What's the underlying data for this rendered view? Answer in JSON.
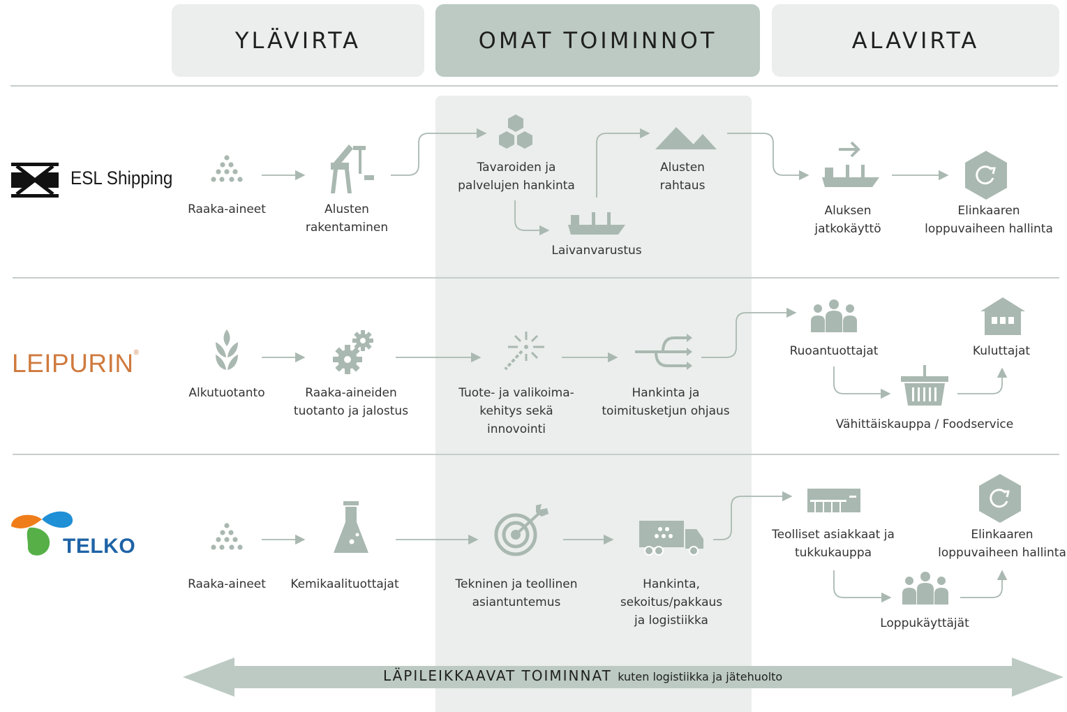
{
  "columns": {
    "upstream": "YLÄVIRTA",
    "own": "OMAT TOIMINNOT",
    "downstream": "ALAVIRTA"
  },
  "colors": {
    "icon": "#a9b8b0",
    "arrow": "#a9b8b0",
    "mid_band": "#ebeeec",
    "mid_head": "#bccac3",
    "leipurin": "#cf7a3e",
    "telko": "#1e63a6"
  },
  "esl": {
    "logo_text": "ESL Shipping",
    "raw_materials": "Raaka-aineet",
    "shipbuilding": "Alusten\nrakentaminen",
    "procurement": "Tavaroiden ja\npalvelujen hankinta",
    "chartering": "Alusten\nrahtaus",
    "outfitting": "Laivanvarustus",
    "reuse": "Aluksen\njatkokäyttö",
    "eol": "Elinkaaren\nloppuvaiheen hallinta"
  },
  "leipurin": {
    "logo_text": "LEIPURIN",
    "logo_mark": "®",
    "primary": "Alkutuotanto",
    "raw_processing": "Raaka-aineiden\ntuotanto ja jalostus",
    "development": "Tuote- ja valikoima-\nkehitys sekä\ninnovointi",
    "supply": "Hankinta ja\ntoimitusketjun ohjaus",
    "food_producers": "Ruoantuottajat",
    "consumers": "Kuluttajat",
    "retail": "Vähittäiskauppa / Foodservice"
  },
  "telko": {
    "logo_text": "TELKO",
    "raw_materials": "Raaka-aineet",
    "chemical_producers": "Kemikaalituottajat",
    "expertise": "Tekninen ja teollinen\nasiantuntemus",
    "logistics": "Hankinta,\nsekoitus/pakkaus\nja logistiikka",
    "industrial": "Teolliset asiakkaat ja\ntukkukauppa",
    "eol": "Elinkaaren\nloppuvaiheen hallinta",
    "end_users": "Loppukäyttäjät"
  },
  "bottom": {
    "title": "LÄPILEIKKAAVAT TOIMINNAT",
    "subtitle": "kuten logistiikka ja jätehuolto"
  }
}
